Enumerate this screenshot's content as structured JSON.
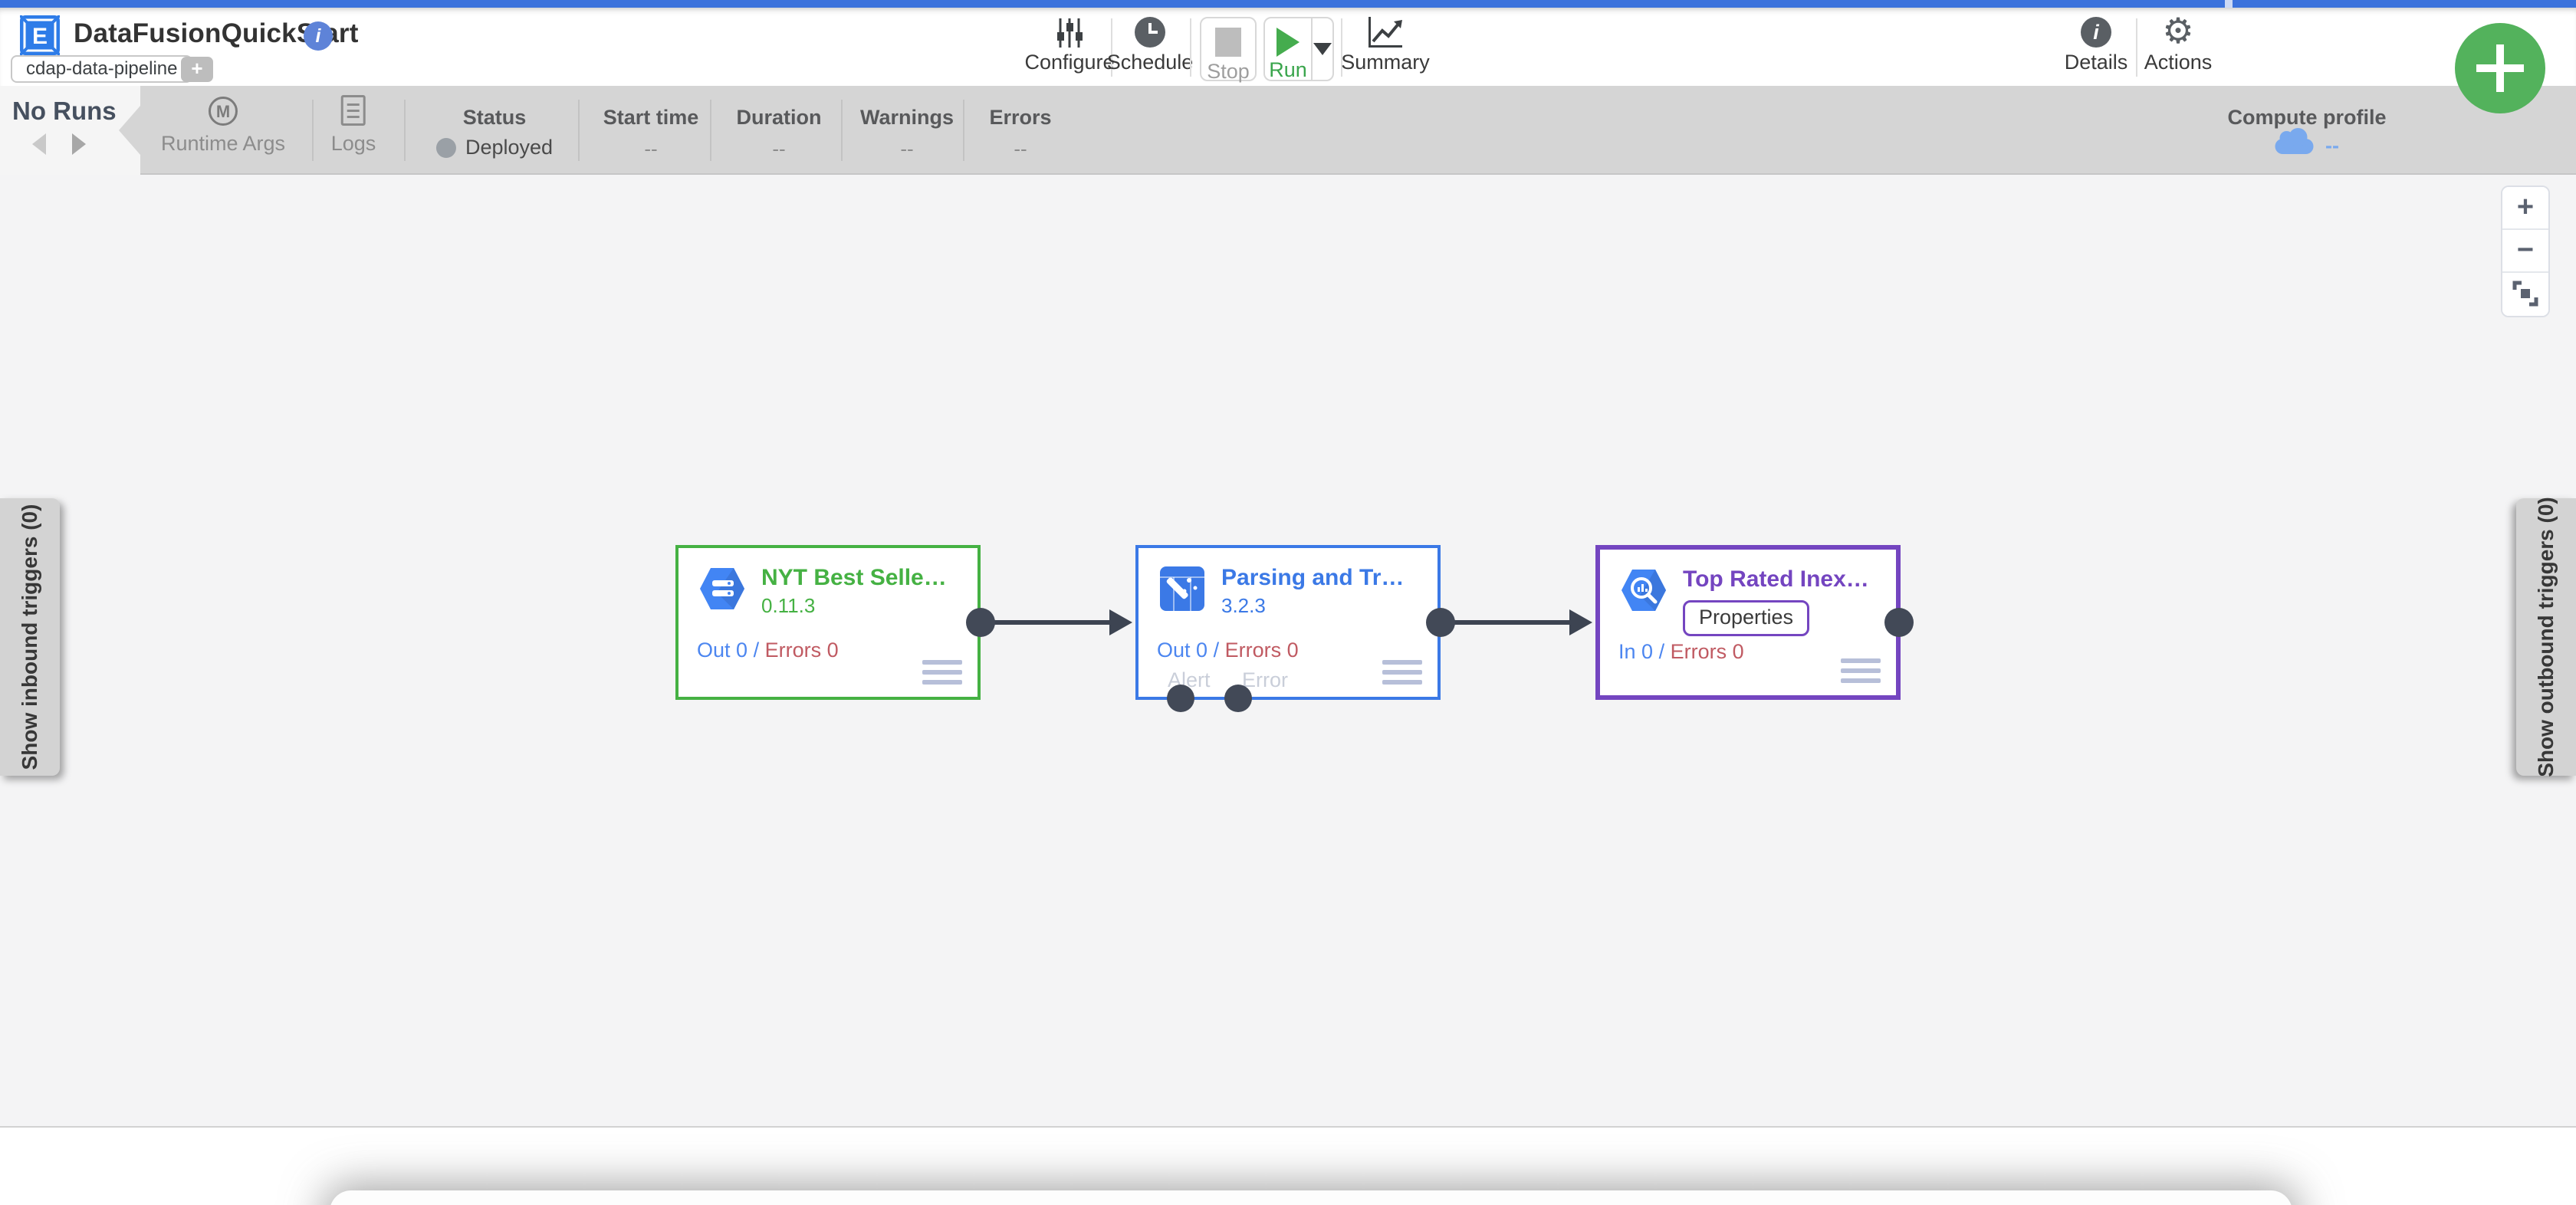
{
  "app": {
    "title": "DataFusionQuickStart",
    "type_tag": "cdap-data-pipeline",
    "add_tag": "+"
  },
  "toolbar": {
    "configure": "Configure",
    "schedule": "Schedule",
    "stop": "Stop",
    "run": "Run",
    "summary": "Summary",
    "details": "Details",
    "actions": "Actions"
  },
  "runbar": {
    "no_runs": "No Runs",
    "runtime_args": "Runtime Args",
    "logs": "Logs",
    "status_label": "Status",
    "status_value": "Deployed",
    "start_time_label": "Start time",
    "start_time_value": "--",
    "duration_label": "Duration",
    "duration_value": "--",
    "warnings_label": "Warnings",
    "warnings_value": "--",
    "errors_label": "Errors",
    "errors_value": "--",
    "compute_profile_label": "Compute profile",
    "compute_profile_value": "--"
  },
  "canvas": {
    "inbound_tab": "Show inbound triggers (0)",
    "outbound_tab": "Show outbound triggers (0)",
    "zoom_in": "+",
    "zoom_out": "−"
  },
  "nodes": [
    {
      "title": "NYT Best Selle…",
      "version": "0.11.3",
      "metric_text": "Out 0",
      "slash": "/",
      "errors_text": "Errors 0",
      "accent_color": "#45b143",
      "icon": "datastore-hexagon"
    },
    {
      "title": "Parsing and Tr…",
      "version": "3.2.3",
      "metric_text": "Out 0",
      "slash": "/",
      "errors_text": "Errors 0",
      "alert_label": "Alert",
      "error_label": "Error",
      "accent_color": "#3b79e6",
      "icon": "wrangler-wand"
    },
    {
      "title": "Top Rated Inex…",
      "properties_label": "Properties",
      "metric_text": "In 0",
      "slash": "/",
      "errors_text": "Errors 0",
      "accent_color": "#7445c0",
      "icon": "bigquery-hexagon"
    }
  ],
  "colors": {
    "top_strip": "#3b72dc",
    "fab_green": "#53b25c",
    "run_green": "#3aa54c",
    "metric_blue": "#4c86f0",
    "metric_red": "#c05a62",
    "compute_blue": "#79a9ee"
  }
}
